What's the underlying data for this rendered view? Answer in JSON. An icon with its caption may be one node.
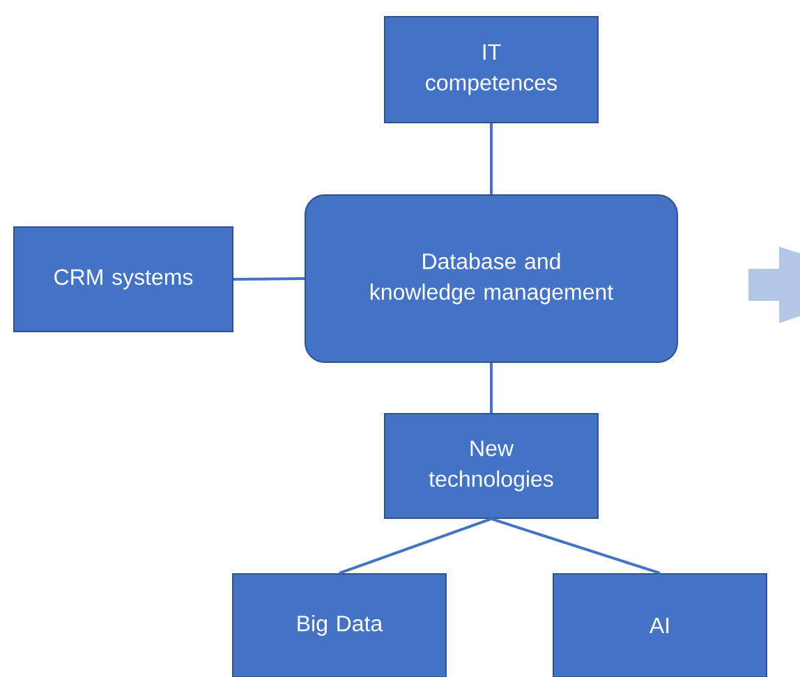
{
  "diagram": {
    "nodes": [
      {
        "text": [
          "IT competences"
        ]
      },
      {
        "text": [
          "CRM systems"
        ]
      },
      {
        "text": [
          "Database and knowledge management"
        ]
      },
      {
        "text": [
          "New technologies"
        ]
      },
      {
        "text": [
          "Big Data"
        ]
      },
      {
        "text": [
          "AI"
        ]
      }
    ],
    "edges": [
      {
        "from": 0,
        "to": 2,
        "arrow": "none"
      },
      {
        "from": 1,
        "to": 2,
        "arrow": "none"
      },
      {
        "from": 2,
        "to": 3,
        "arrow": "none"
      },
      {
        "from": 3,
        "to": 4,
        "arrow": "none"
      },
      {
        "from": 3,
        "to": 5,
        "arrow": "none"
      }
    ]
  }
}
